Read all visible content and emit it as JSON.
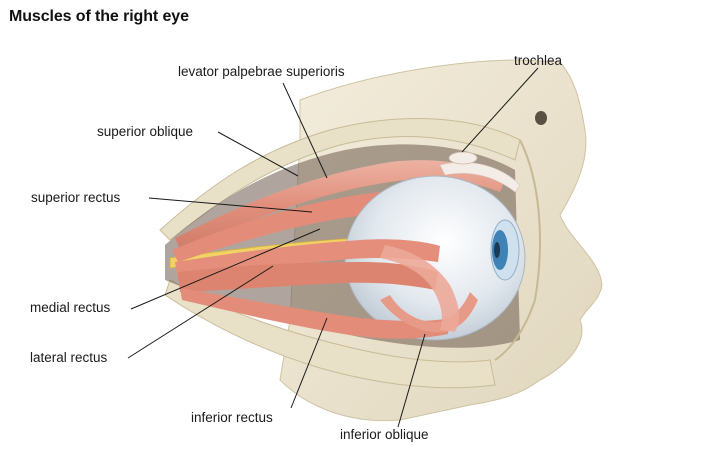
{
  "title": "Muscles of the right eye",
  "labels": {
    "levator": "levator palpebrae superioris",
    "trochlea": "trochlea",
    "superior_oblique": "superior oblique",
    "superior_rectus": "superior rectus",
    "medial_rectus": "medial rectus",
    "lateral_rectus": "lateral rectus",
    "inferior_rectus": "inferior rectus",
    "inferior_oblique": "inferior oblique"
  },
  "colors": {
    "muscle": "#e79a88",
    "muscle_light": "#f3c2b4",
    "bone": "#ece5d2",
    "bone_shade": "#d9cfb6",
    "eyeball": "#e8edf2",
    "iris": "#3f83b6",
    "nerve": "#f2d264",
    "tendon": "#f4ece6"
  }
}
